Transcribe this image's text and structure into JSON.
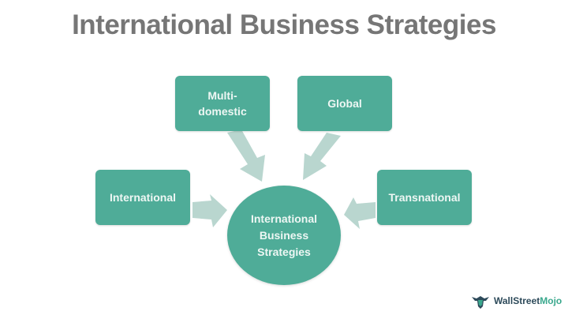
{
  "title": "International Business Strategies",
  "nodes": {
    "multidomestic": {
      "line1": "Multi-",
      "line2": "domestic"
    },
    "global": {
      "label": "Global"
    },
    "international": {
      "label": "International"
    },
    "transnational": {
      "label": "Transnational"
    }
  },
  "center": {
    "line1": "International",
    "line2": "Business",
    "line3": "Strategies"
  },
  "logo": {
    "brand_a": "WallStreet",
    "brand_b": "Mojo"
  },
  "colors": {
    "node_fill": "#4fac98",
    "arrow_fill": "#b9d6cf",
    "title": "#767676",
    "text": "#eef7f4"
  }
}
